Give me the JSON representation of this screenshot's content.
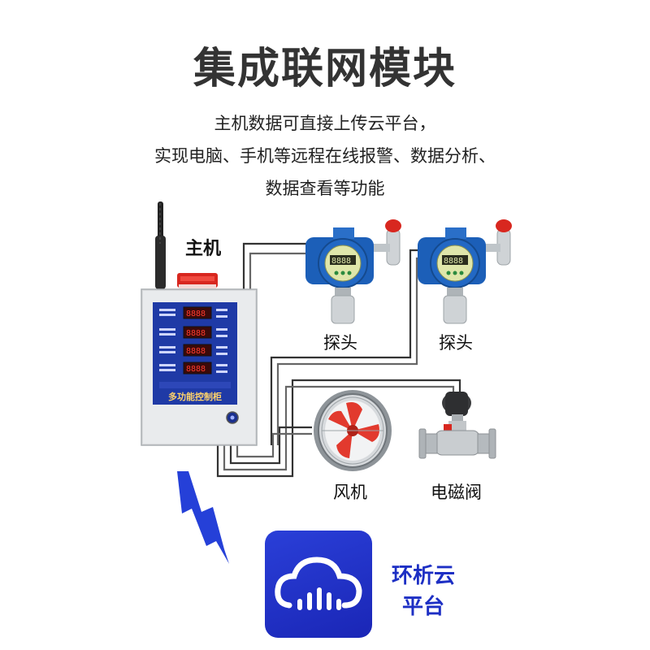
{
  "title": "集成联网模块",
  "description": [
    "主机数据可直接上传云平台，",
    "实现电脑、手机等远程在线报警、数据分析、",
    "数据查看等功能"
  ],
  "host": {
    "label": "主机",
    "panel_caption": "多功能控制柜"
  },
  "devices": {
    "probe_1": "探头",
    "probe_2": "探头",
    "fan": "风机",
    "valve": "电磁阀"
  },
  "cloud_app": {
    "name_line1": "环析云",
    "name_line2": "平台"
  },
  "colors": {
    "brand_blue": "#1d2fc4",
    "probe_blue": "#1c5fb8",
    "lightning": "#2540d8",
    "alarm_red": "#d8271f"
  },
  "icons": [
    "antenna-icon",
    "alarm-light-icon",
    "cloud-signal-icon",
    "lightning-icon",
    "fan-icon",
    "valve-icon"
  ]
}
